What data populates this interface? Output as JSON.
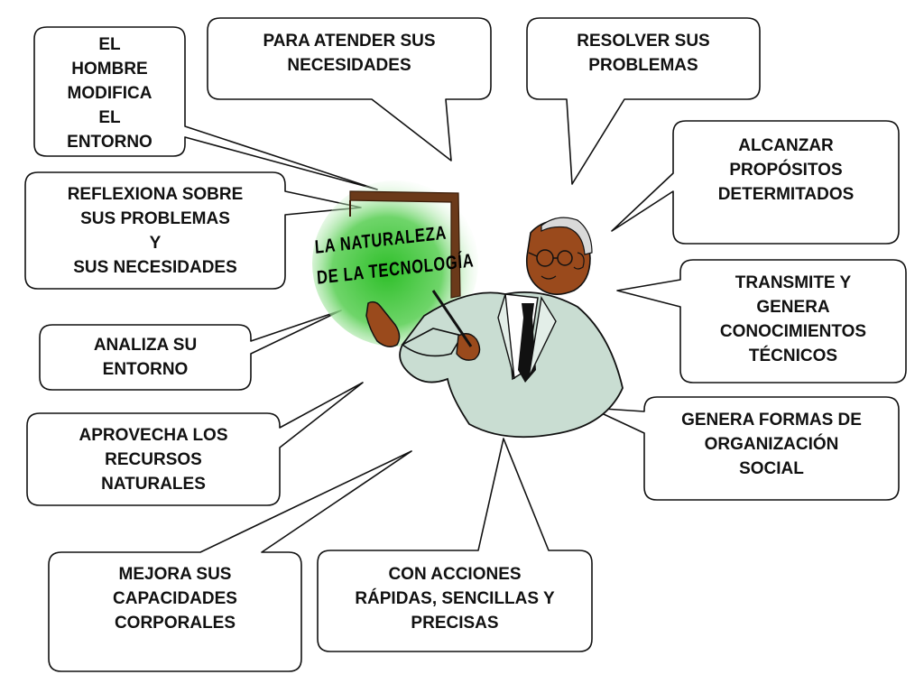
{
  "center": {
    "title_lines": [
      "LA NATURALEZA",
      "DE LA TECNOLOGÍA"
    ]
  },
  "bubbles": [
    {
      "id": "modifica-entorno",
      "lines": [
        "EL",
        "HOMBRE",
        "MODIFICA",
        "EL",
        "ENTORNO"
      ]
    },
    {
      "id": "atender-necesidades",
      "lines": [
        "PARA ATENDER SUS",
        "NECESIDADES"
      ]
    },
    {
      "id": "resolver-problemas",
      "lines": [
        "RESOLVER SUS",
        "PROBLEMAS"
      ]
    },
    {
      "id": "alcanzar-propositos",
      "lines": [
        "ALCANZAR",
        "PROPÓSITOS",
        "DETERMITADOS"
      ]
    },
    {
      "id": "reflexiona",
      "lines": [
        "REFLEXIONA SOBRE",
        "SUS PROBLEMAS",
        "Y",
        "SUS NECESIDADES"
      ]
    },
    {
      "id": "transmite-conocimientos",
      "lines": [
        "TRANSMITE Y",
        "GENERA",
        "CONOCIMIENTOS",
        "TÉCNICOS"
      ]
    },
    {
      "id": "analiza-entorno",
      "lines": [
        "ANALIZA SU",
        "ENTORNO"
      ]
    },
    {
      "id": "organizacion-social",
      "lines": [
        "GENERA FORMAS DE",
        "ORGANIZACIÓN",
        "SOCIAL"
      ]
    },
    {
      "id": "aprovecha-recursos",
      "lines": [
        "APROVECHA LOS",
        "RECURSOS",
        "NATURALES"
      ]
    },
    {
      "id": "mejora-capacidades",
      "lines": [
        "MEJORA SUS",
        "CAPACIDADES",
        "CORPORALES"
      ]
    },
    {
      "id": "acciones-rapidas",
      "lines": [
        "CON ACCIONES",
        "RÁPIDAS, SENCILLAS Y",
        "PRECISAS"
      ]
    }
  ],
  "colors": {
    "board_frame": "#6b3a1a",
    "board_green": "#3fbf3a",
    "skin": "#9a4a1c",
    "suit": "#c9ddd2",
    "outline": "#111111"
  }
}
